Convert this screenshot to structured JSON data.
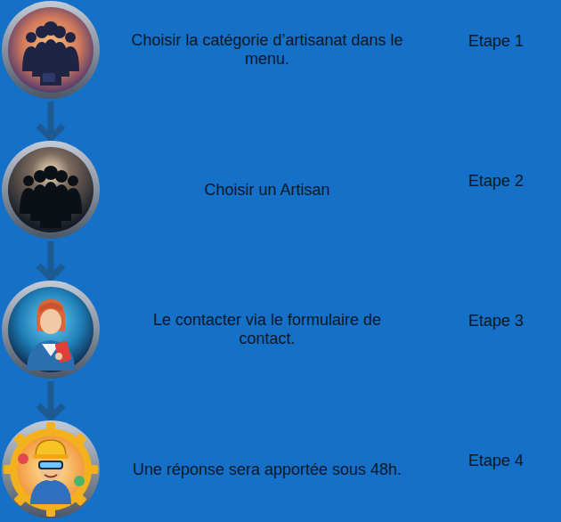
{
  "diagram": {
    "nodes": [
      {
        "text": [
          "Choisir la catégorie d’artisanat dans le menu.",
          "Etape 1"
        ]
      },
      {
        "text": [
          "Choisir un Artisan",
          "Etape 2"
        ]
      },
      {
        "text": [
          "Le contacter via le formulaire de contact.",
          "Etape 3"
        ]
      },
      {
        "text": [
          "Une réponse sera apportée sous 48h.",
          "Etape 4"
        ]
      }
    ],
    "edges": [
      {
        "from": 0,
        "to": 1,
        "arrow": "to"
      },
      {
        "from": 1,
        "to": 2,
        "arrow": "to"
      },
      {
        "from": 2,
        "to": 3,
        "arrow": "to"
      }
    ]
  }
}
